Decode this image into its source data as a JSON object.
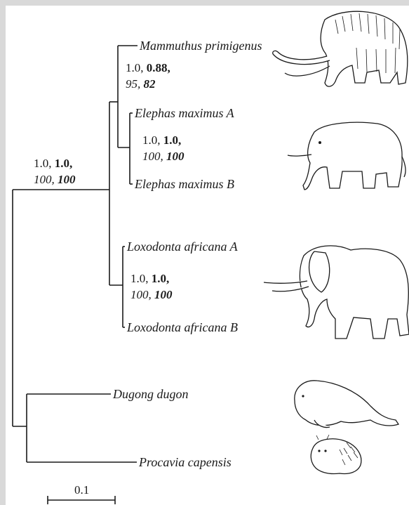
{
  "taxa": {
    "mammoth": "Mammuthus primigenus",
    "elephas_a": "Elephas maximus A",
    "elephas_b": "Elephas maximus B",
    "loxodonta_a": "Loxodonta africana A",
    "loxodonta_b": "Loxodonta africana B",
    "dugong": "Dugong dugon",
    "procavia": "Procavia capensis"
  },
  "support": {
    "elephantidae": {
      "pp1": "1.0,",
      "pp2": "1.0,",
      "bs1": "100,",
      "bs2": "100"
    },
    "mammoth_elephas": {
      "pp1": "1.0,",
      "pp2": "0.88,",
      "bs1": "95,",
      "bs2": "82"
    },
    "elephas": {
      "pp1": "1.0,",
      "pp2": "1.0,",
      "bs1": "100,",
      "bs2": "100"
    },
    "loxodonta": {
      "pp1": "1.0,",
      "pp2": "1.0,",
      "bs1": "100,",
      "bs2": "100"
    }
  },
  "scale_bar": {
    "label": "0.1"
  },
  "illustrations": [
    "mammoth-illustration",
    "asian-elephant-illustration",
    "african-elephant-illustration",
    "dugong-illustration",
    "hyrax-illustration"
  ]
}
